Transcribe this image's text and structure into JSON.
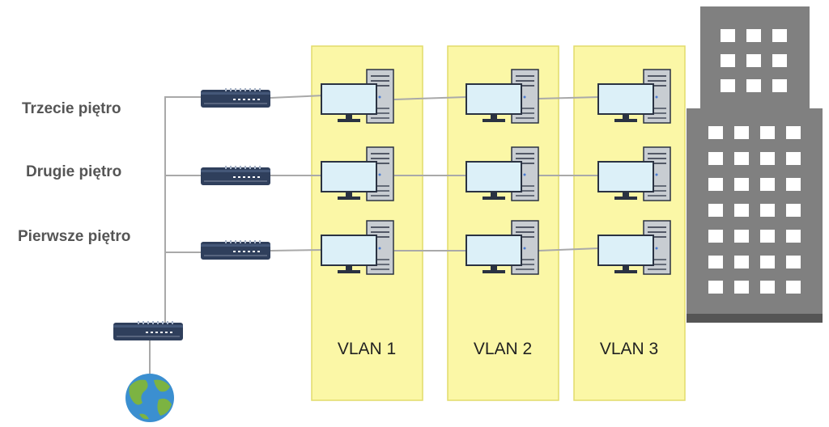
{
  "floors": [
    {
      "label": "Trzecie piętro"
    },
    {
      "label": "Drugie piętro"
    },
    {
      "label": "Pierwsze piętro"
    }
  ],
  "vlans": [
    {
      "label": "VLAN 1"
    },
    {
      "label": "VLAN 2"
    },
    {
      "label": "VLAN 3"
    }
  ],
  "icons": {
    "switch": "network-switch-icon",
    "computer": "desktop-computer-icon",
    "internet": "globe-icon",
    "building": "office-building-icon"
  },
  "colors": {
    "vlan_fill": "#fbf7a6",
    "vlan_border": "#e2dc6a",
    "link": "#a9a9a9",
    "switch_body": "#2f3f5c",
    "monitor_screen": "#dcf0f8",
    "monitor_frame": "#2a3242",
    "tower": "#c8cdd2",
    "building": "#808080",
    "globe_ocean": "#3b8fd0",
    "globe_land": "#7cb342"
  }
}
